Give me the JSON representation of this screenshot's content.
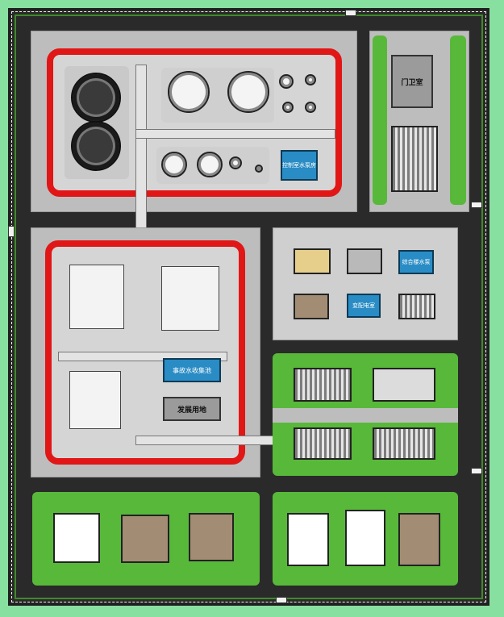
{
  "labels": {
    "guard_building": "门卫室",
    "top_panel": "控制室水泵房",
    "water_tank": "事故水收集池",
    "reserve_land": "发展用地",
    "mid_right_a": "综合楼水泵",
    "mid_right_b": "变配电室"
  },
  "colors": {
    "grass": "#88e0a0",
    "lawn": "#58b83a",
    "road": "#2c2c2c",
    "fire_lane": "#e11616",
    "water_blue": "#2a8cc4"
  },
  "icons": [
    "tank-icon",
    "car-icon",
    "tree-icon"
  ]
}
